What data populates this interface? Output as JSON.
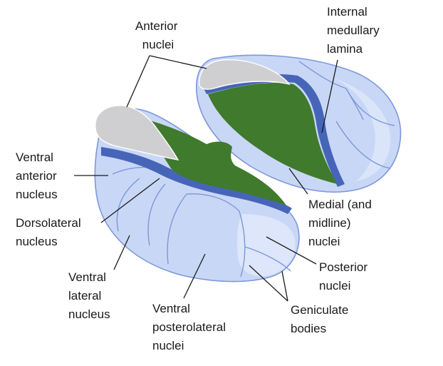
{
  "colors": {
    "nucleus_fill": "#c9d7f6",
    "nucleus_fill_light": "#dfe8fb",
    "nucleus_outline": "#7d97d9",
    "lamina": "#4765b8",
    "medial_green": "#3f7a2d",
    "anterior_gray": "#cfcfd1",
    "leader_line": "#1a1a1a"
  },
  "labels": {
    "anterior_nuclei": [
      "Anterior",
      "nuclei"
    ],
    "internal_medullary_lamina": [
      "Internal",
      "medullary",
      "lamina"
    ],
    "ventral_anterior_nucleus": [
      "Ventral",
      "anterior",
      "nucleus"
    ],
    "dorsolateral_nucleus": [
      "Dorsolateral",
      "nucleus"
    ],
    "medial_midline_nuclei": [
      "Medial (and",
      "midline)",
      "nuclei"
    ],
    "posterior_nuclei": [
      "Posterior",
      "nuclei"
    ],
    "ventral_lateral_nucleus": [
      "Ventral",
      "lateral",
      "nucleus"
    ],
    "ventral_posterolateral_nuclei": [
      "Ventral",
      "posterolateral",
      "nuclei"
    ],
    "geniculate_bodies": [
      "Geniculate",
      "bodies"
    ]
  }
}
